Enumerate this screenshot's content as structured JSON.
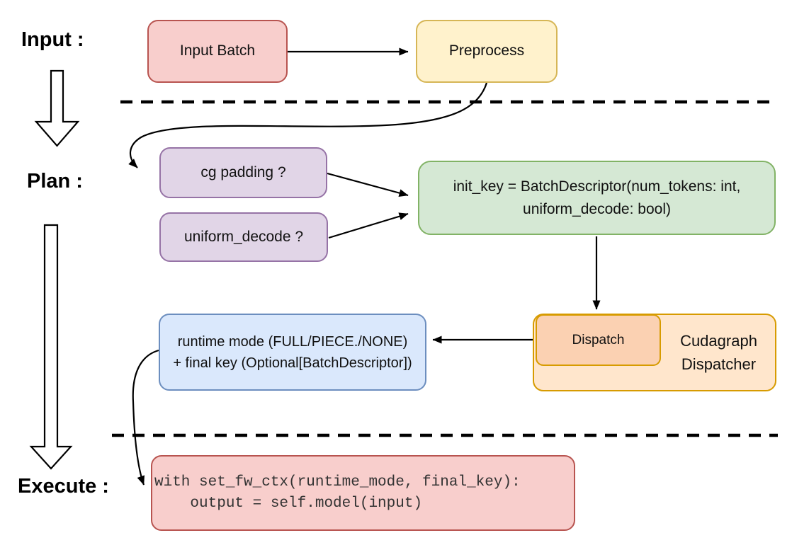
{
  "diagram": {
    "stage_labels": {
      "input": "Input :",
      "plan": "Plan :",
      "execute": "Execute :"
    },
    "nodes": {
      "input_batch": "Input Batch",
      "preprocess": "Preprocess",
      "cg_padding": "cg padding ?",
      "uniform_decode": "uniform_decode ?",
      "init_key_line1": "init_key = BatchDescriptor(num_tokens: int,",
      "init_key_line2": "uniform_decode: bool)",
      "dispatch": "Dispatch",
      "cudagraph_line1": "Cudagraph",
      "cudagraph_line2": "Dispatcher",
      "runtime_line1": "runtime mode (FULL/PIECE./NONE)",
      "runtime_line2": "+ final key (Optional[BatchDescriptor])",
      "code_line1": "with set_fw_ctx(runtime_mode, final_key):",
      "code_line2": "    output = self.model(input)"
    },
    "colors": {
      "red_fill": "#f8cecc",
      "red_border": "#b85450",
      "yellow_fill": "#fff2cc",
      "yellow_border": "#d6b656",
      "purple_fill": "#e1d5e7",
      "purple_border": "#9673a6",
      "green_fill": "#d5e8d4",
      "green_border": "#82b366",
      "blue_fill": "#dae8fc",
      "blue_border": "#6c8ebf",
      "orange_fill": "#ffe6cc",
      "orange_border": "#d79b00",
      "peach_fill": "#fbd1b2",
      "line_color": "#000000"
    }
  }
}
